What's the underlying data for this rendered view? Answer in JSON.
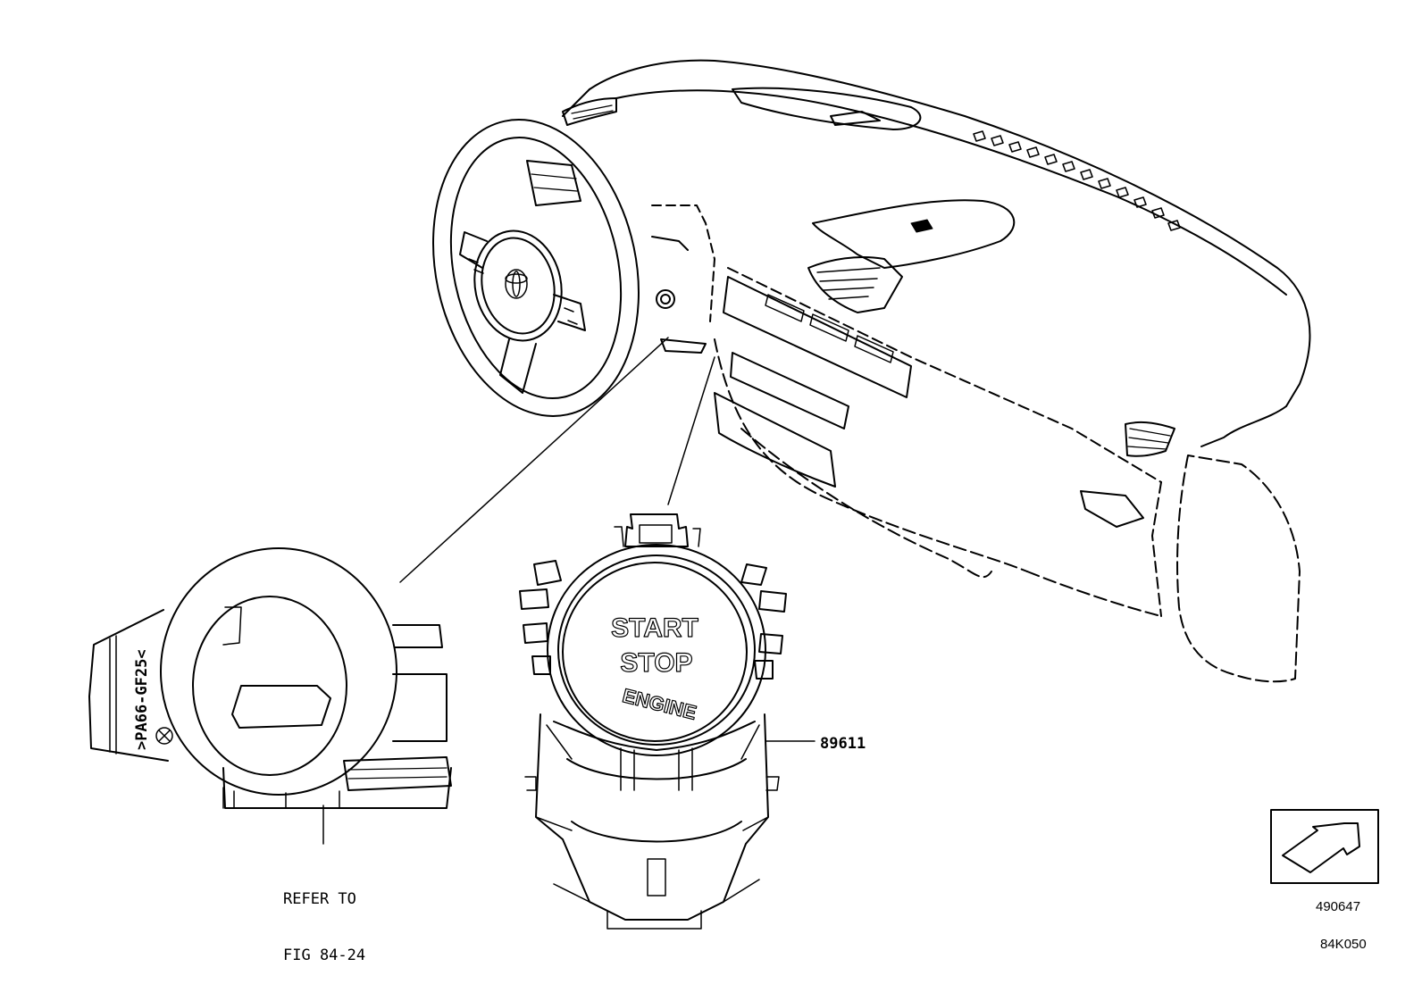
{
  "part_number": "89611",
  "refer_note": {
    "line1": "REFER TO",
    "line2": "FIG 84-24"
  },
  "button_text": {
    "line1": "START",
    "line2": "STOP",
    "line3": "ENGINE"
  },
  "housing_marking": ">PA66-GF25<",
  "steering_logo": "toyota-logo",
  "reference_box_code": "490647",
  "page_code": "84K050",
  "line_color": "#000000",
  "background_color": "#ffffff"
}
